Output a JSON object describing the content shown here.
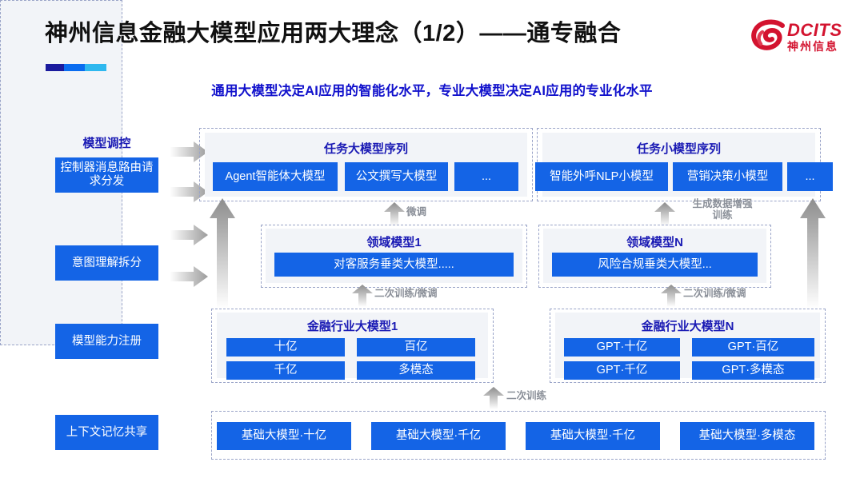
{
  "header": {
    "title": "神州信息金融大模型应用两大理念（1/2）——通专融合",
    "subtitle": "通用大模型决定AI应用的智能化水平，专业大模型决定AI应用的专业化水平",
    "logo": {
      "brand": "DCITS",
      "brand_cn": "神州信息",
      "color": "#d3132f"
    }
  },
  "accent_colors": {
    "c1": "#1b1b9e",
    "c2": "#0a6cf0",
    "c3": "#2fb8ef",
    "blue_box": "#1464e6",
    "heading_blue": "#1a1ab4"
  },
  "left_column": {
    "title": "模型调控",
    "items": [
      {
        "label": "控制器消息路由请求分发"
      },
      {
        "label": "意图理解拆分"
      },
      {
        "label": "模型能力注册"
      },
      {
        "label": "上下文记忆共享"
      }
    ]
  },
  "task_row": {
    "left": {
      "title": "任务大模型序列",
      "items": [
        {
          "label": "Agent智能体大模型"
        },
        {
          "label": "公文撰写大模型"
        },
        {
          "label": "..."
        }
      ]
    },
    "right": {
      "title": "任务小模型序列",
      "items": [
        {
          "label": "智能外呼NLP小模型"
        },
        {
          "label": "营销决策小模型"
        },
        {
          "label": "..."
        }
      ]
    }
  },
  "domain_row": {
    "left": {
      "title": "领域模型1",
      "items": [
        {
          "label": "对客服务垂类大模型....."
        }
      ]
    },
    "right": {
      "title": "领域模型N",
      "items": [
        {
          "label": "风险合规垂类大模型..."
        }
      ]
    }
  },
  "industry_row": {
    "left": {
      "title": "金融行业大模型1",
      "items": [
        {
          "label": "十亿"
        },
        {
          "label": "百亿"
        },
        {
          "label": "千亿"
        },
        {
          "label": "多模态"
        }
      ]
    },
    "right": {
      "title": "金融行业大模型N",
      "items": [
        {
          "label": "GPT·十亿"
        },
        {
          "label": "GPT·百亿"
        },
        {
          "label": "GPT·千亿"
        },
        {
          "label": "GPT·多模态"
        }
      ]
    }
  },
  "base_row": {
    "items": [
      {
        "label": "基础大模型·十亿"
      },
      {
        "label": "基础大模型·千亿"
      },
      {
        "label": "基础大模型·千亿"
      },
      {
        "label": "基础大模型·多模态"
      }
    ]
  },
  "arrow_labels": {
    "finetune": "微调",
    "data_aug": "生成数据增强\n训练",
    "retrain_finetune_left": "二次训练/微调",
    "retrain_finetune_right": "二次训练/微调",
    "retrain": "二次训练"
  }
}
